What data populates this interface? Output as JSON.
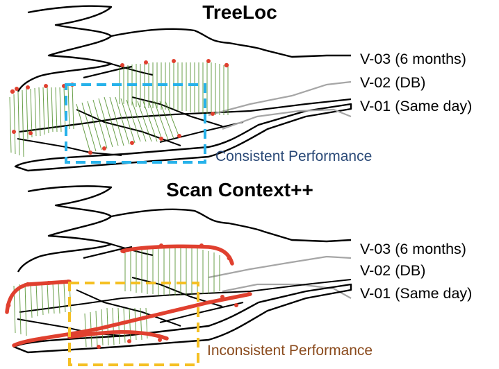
{
  "panels": [
    {
      "title": "TreeLoc",
      "sequence_labels": [
        "V-03 (6 months)",
        "V-02 (DB)",
        "V-01 (Same day)"
      ],
      "annotation": "Consistent Performance",
      "annotation_color": "#2b4a78",
      "box_color": "#27b2ea"
    },
    {
      "title": "Scan Context++",
      "sequence_labels": [
        "V-03 (6 months)",
        "V-02 (DB)",
        "V-01 (Same day)"
      ],
      "annotation": "Inconsistent Performance",
      "annotation_color": "#8a4a1c",
      "box_color": "#f5c023"
    }
  ],
  "colors": {
    "trajectory": "#000000",
    "db_trajectory": "#a6a6a6",
    "match_lines": "#4f8f2a",
    "failure_points": "#e0402f"
  }
}
